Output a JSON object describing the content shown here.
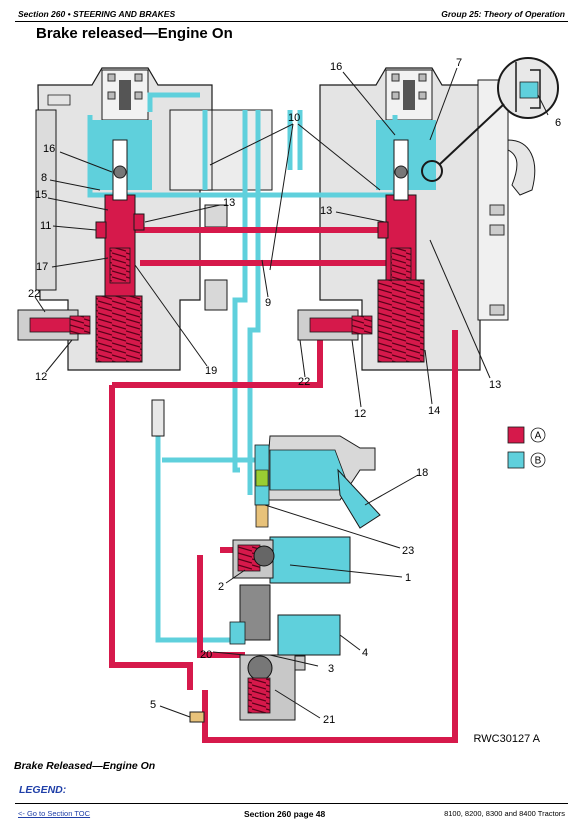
{
  "header": {
    "left": "Section 260 • STEERING AND BRAKES",
    "right": "Group 25: Theory of Operation"
  },
  "title": "Brake released—Engine On",
  "colors": {
    "pressure_a": "#d6194b",
    "pressure_b": "#5fd0dc",
    "housing": "#e4e4e4",
    "outline": "#1a1a1a"
  },
  "legend_key": [
    {
      "letter": "A",
      "color": "#d6194b"
    },
    {
      "letter": "B",
      "color": "#5fd0dc"
    }
  ],
  "callouts": [
    "16",
    "7",
    "6",
    "10",
    "16",
    "8",
    "15",
    "13",
    "13",
    "11",
    "17",
    "9",
    "22",
    "12",
    "19",
    "22",
    "12",
    "14",
    "13",
    "18",
    "23",
    "2",
    "1",
    "4",
    "20",
    "3",
    "5",
    "21"
  ],
  "figure_ref": "RWC30127 A",
  "caption": "Brake Released—Engine On",
  "legend_label": "LEGEND:",
  "footer": {
    "left": "<- Go to Section TOC",
    "center": "Section 260 page 48",
    "right": "8100, 8200, 8300 and 8400 Tractors"
  }
}
